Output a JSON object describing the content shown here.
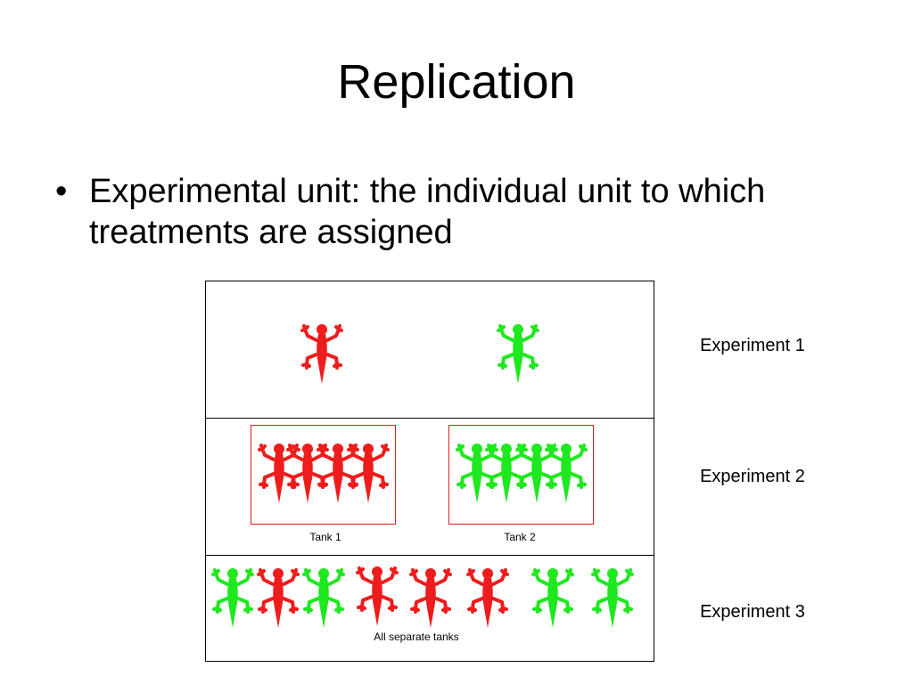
{
  "title": "Replication",
  "bullet": {
    "dot": "•",
    "text": "Experimental unit: the individual unit to which treatments are assigned"
  },
  "experiments": [
    {
      "label": "Experiment 1"
    },
    {
      "label": "Experiment 2",
      "tanks": [
        {
          "label": "Tank 1"
        },
        {
          "label": "Tank 2"
        }
      ]
    },
    {
      "label": "Experiment 3",
      "caption": "All separate tanks"
    }
  ],
  "colors": {
    "red": "#ee1c1c",
    "green": "#1ee81e",
    "tank_border": "#e8191b",
    "panel_border": "#000000"
  }
}
